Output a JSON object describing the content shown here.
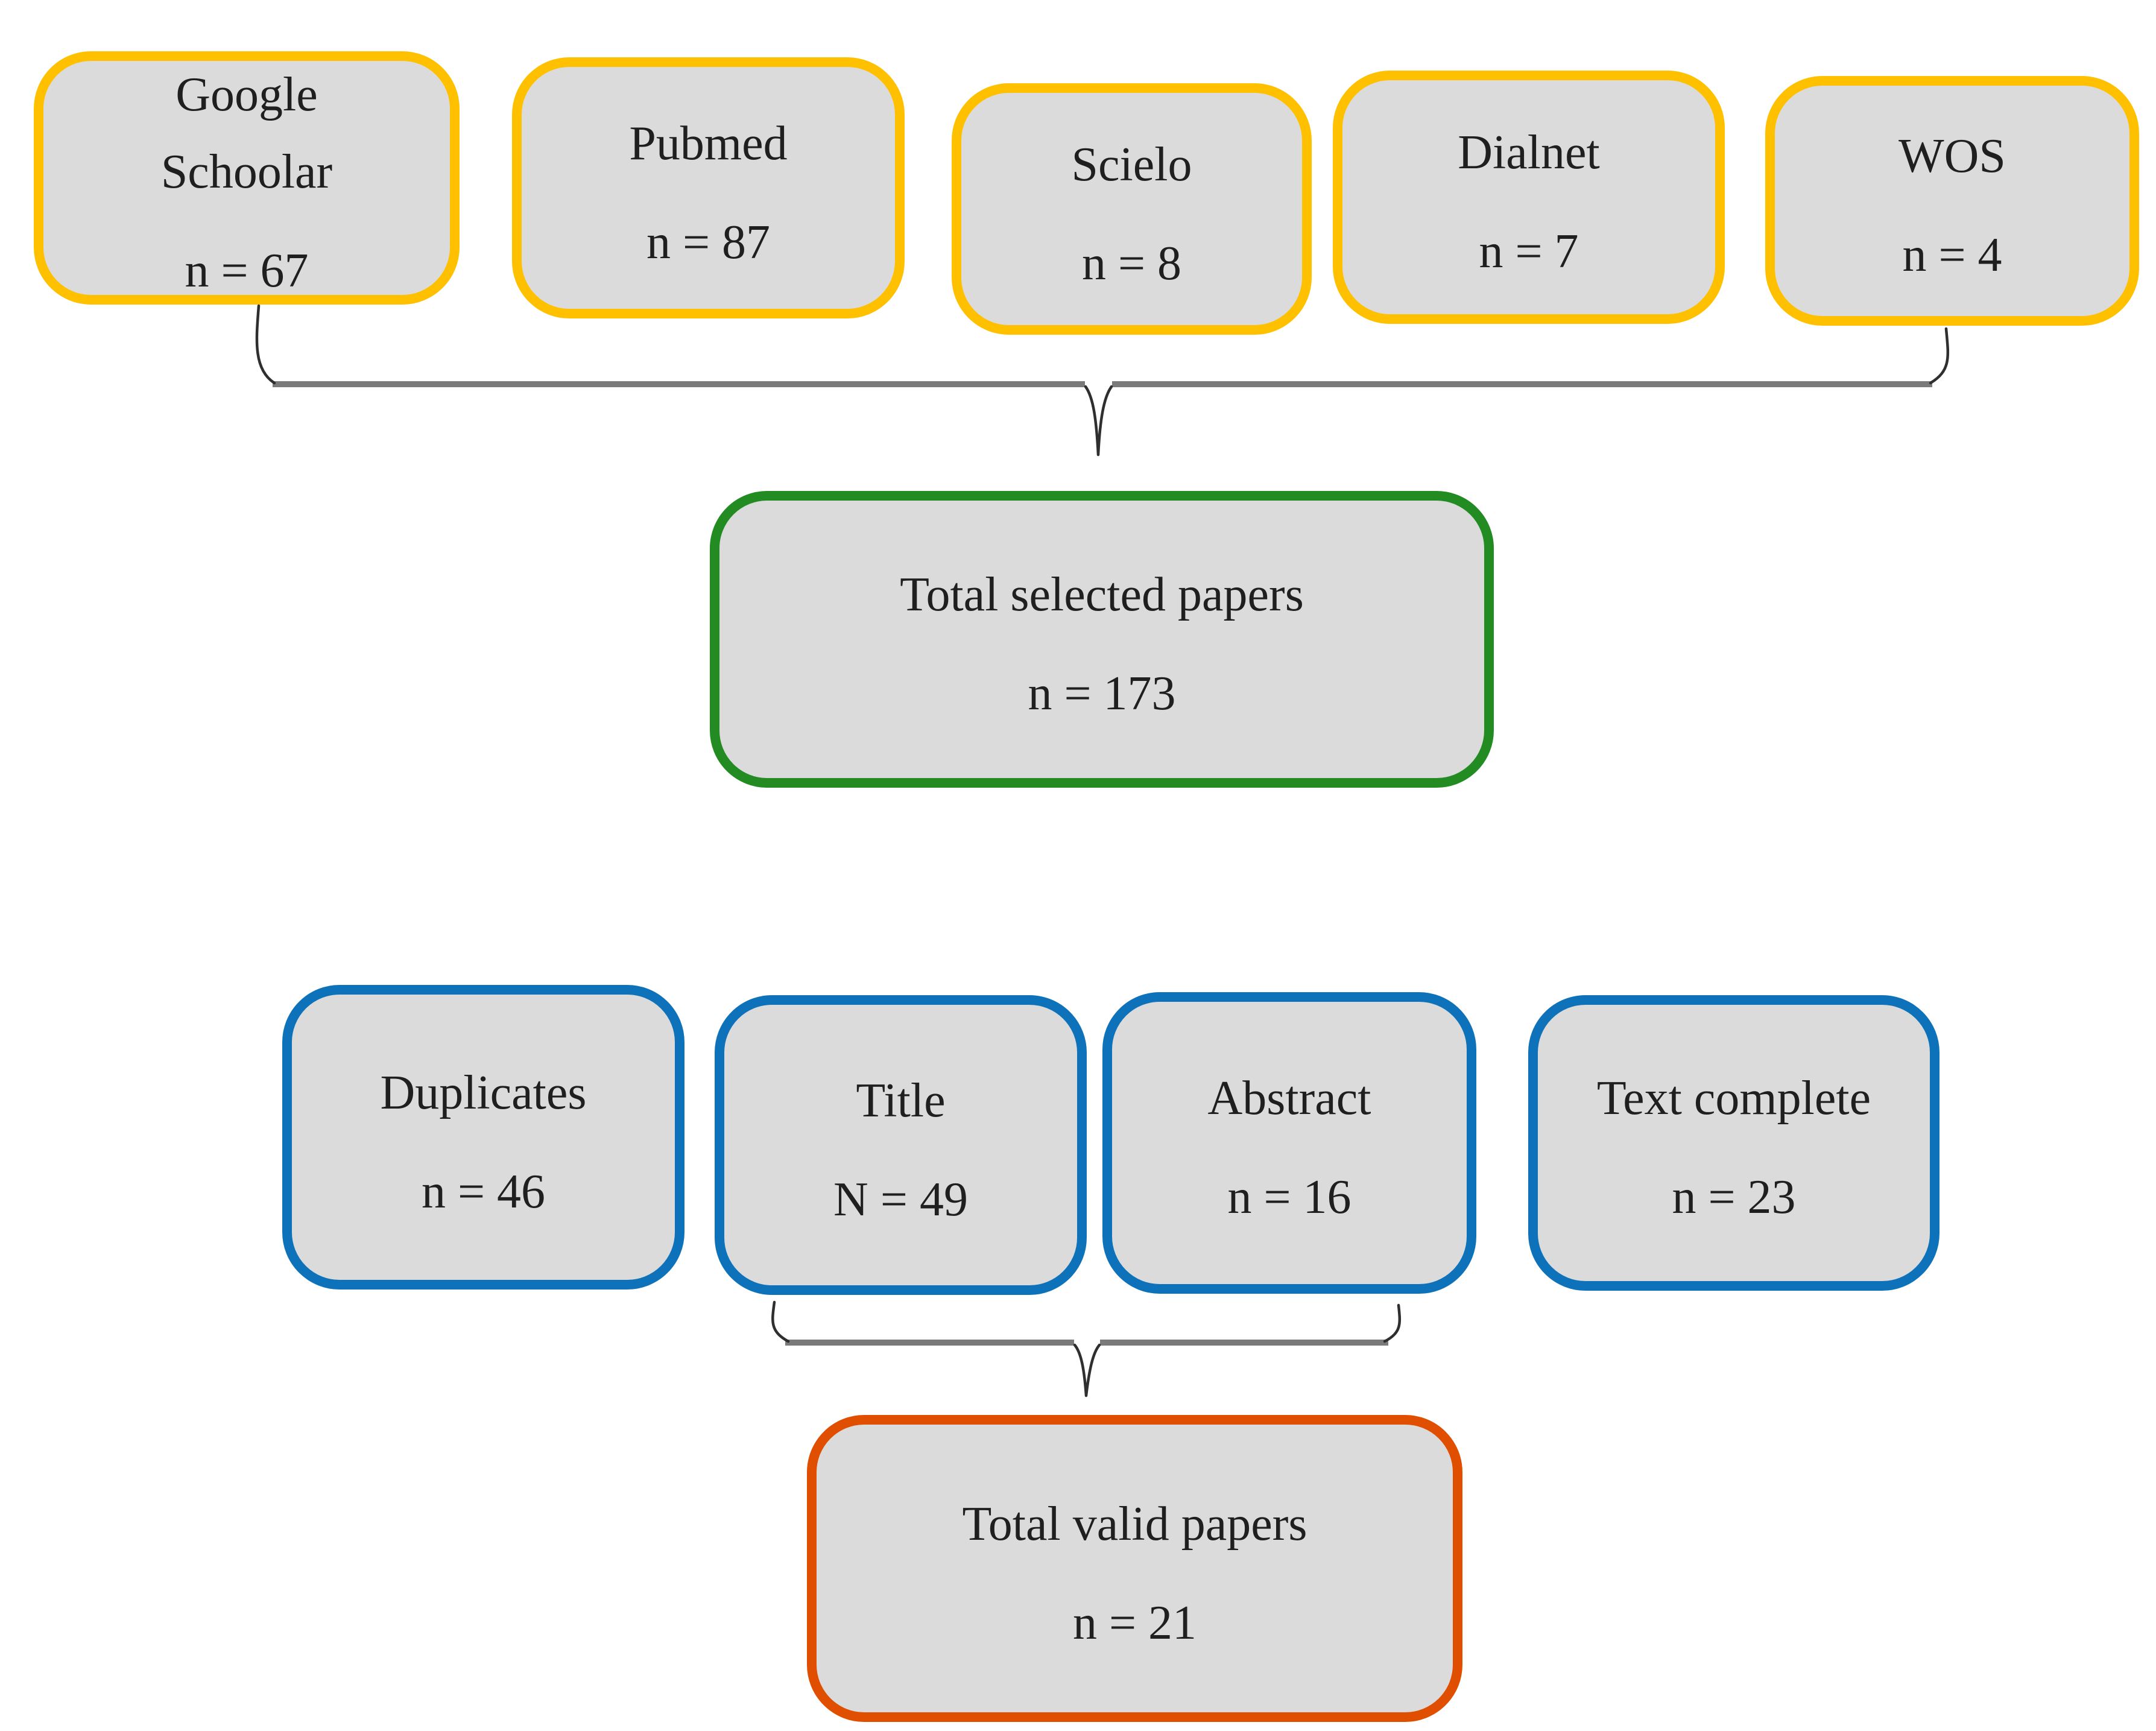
{
  "colors": {
    "page": "#ffffff",
    "fill": "#dbdbdb",
    "text": "#1f1f1f",
    "yellow": "#FFC000",
    "green": "#228B22",
    "blue": "#0E72BA",
    "orange": "#E04E00",
    "bar": "#7a7a7a",
    "line": "#2f2f2f"
  },
  "sources": [
    {
      "lines": [
        "Google",
        "Schoolar"
      ],
      "count": "n = 67"
    },
    {
      "lines": [
        "Pubmed"
      ],
      "count": "n = 87"
    },
    {
      "lines": [
        "Scielo"
      ],
      "count": "n = 8"
    },
    {
      "lines": [
        "Dialnet"
      ],
      "count": "n = 7"
    },
    {
      "lines": [
        "WOS"
      ],
      "count": "n = 4"
    }
  ],
  "total_selected": {
    "label": "Total selected papers",
    "count": "n = 173"
  },
  "screening": [
    {
      "label": "Duplicates",
      "count": "n = 46"
    },
    {
      "label": "Title",
      "count": "N = 49"
    },
    {
      "label": "Abstract",
      "count": "n = 16"
    },
    {
      "label": "Text complete",
      "count": "n = 23"
    }
  ],
  "total_valid": {
    "label": "Total valid papers",
    "count": "n = 21"
  }
}
